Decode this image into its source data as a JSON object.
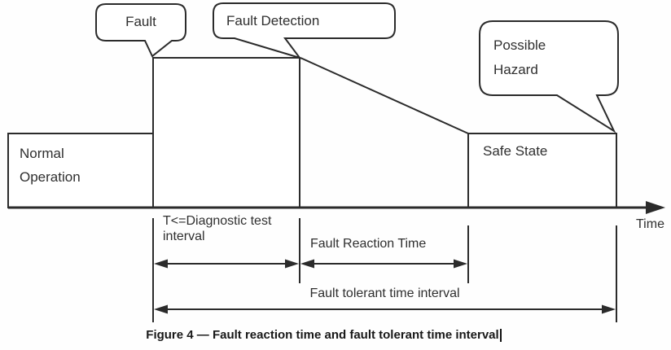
{
  "figure": {
    "states": {
      "normal_operation": "Normal\nOperation",
      "safe_state": "Safe State"
    },
    "callouts": {
      "fault": "Fault",
      "fault_detection": "Fault Detection",
      "possible_hazard": "Possible\nHazard"
    },
    "axis": {
      "time_label": "Time"
    },
    "intervals": {
      "diagnostic_test": "T<=Diagnostic test\ninterval",
      "fault_reaction": "Fault Reaction Time",
      "fault_tolerant": "Fault tolerant time interval"
    },
    "caption": "Figure 4 — Fault reaction time and fault tolerant time interval",
    "colors": {
      "line": "#2b2b2b",
      "text": "#2f2f2f",
      "background": "#fefefe"
    }
  }
}
